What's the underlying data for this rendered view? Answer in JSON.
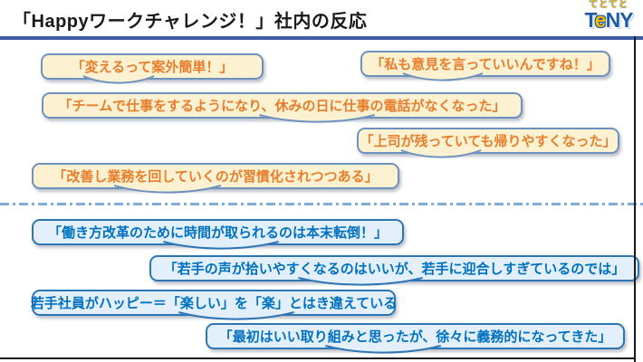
{
  "header": {
    "title": "「Happyワークチャレンジ！」社内の反応",
    "logo": {
      "top_text": "てとてと",
      "main_t": "T",
      "main_e": "e",
      "main_ny": "NY"
    }
  },
  "quotes": {
    "positive": [
      {
        "text": "「変えるって案外簡単！」"
      },
      {
        "text": "「私も意見を言っていいんですね！」"
      },
      {
        "text": "「チームで仕事をするようになり、休みの日に仕事の電話がなくなった」"
      },
      {
        "text": "「上司が残っていても帰りやすくなった」"
      },
      {
        "text": "「改善し業務を回していくのが習慣化されつつある」"
      }
    ],
    "negative": [
      {
        "text": "「働き方改革のために時間が取られるのは本末転倒！」"
      },
      {
        "text": "「若手の声が拾いやすくなるのはいいが、若手に迎合しすぎているのでは」"
      },
      {
        "text": "若手社員がハッピー＝「楽しい」を「楽」とはき違えている"
      },
      {
        "text": "「最初はいい取り組みと思ったが、徐々に義務的になってきた」"
      }
    ]
  },
  "colors": {
    "accent_rule": "#3a5fa5",
    "positive_bg": "#fcf2d2",
    "positive_border": "#6e92be",
    "positive_text": "#e87d2b",
    "negative_bg": "#e3f0fb",
    "negative_border": "#2e75b6",
    "negative_text": "#0070c0",
    "divider": "#7fadda",
    "logo_blue": "#1e5aa8",
    "logo_yellow": "#f5b800"
  }
}
